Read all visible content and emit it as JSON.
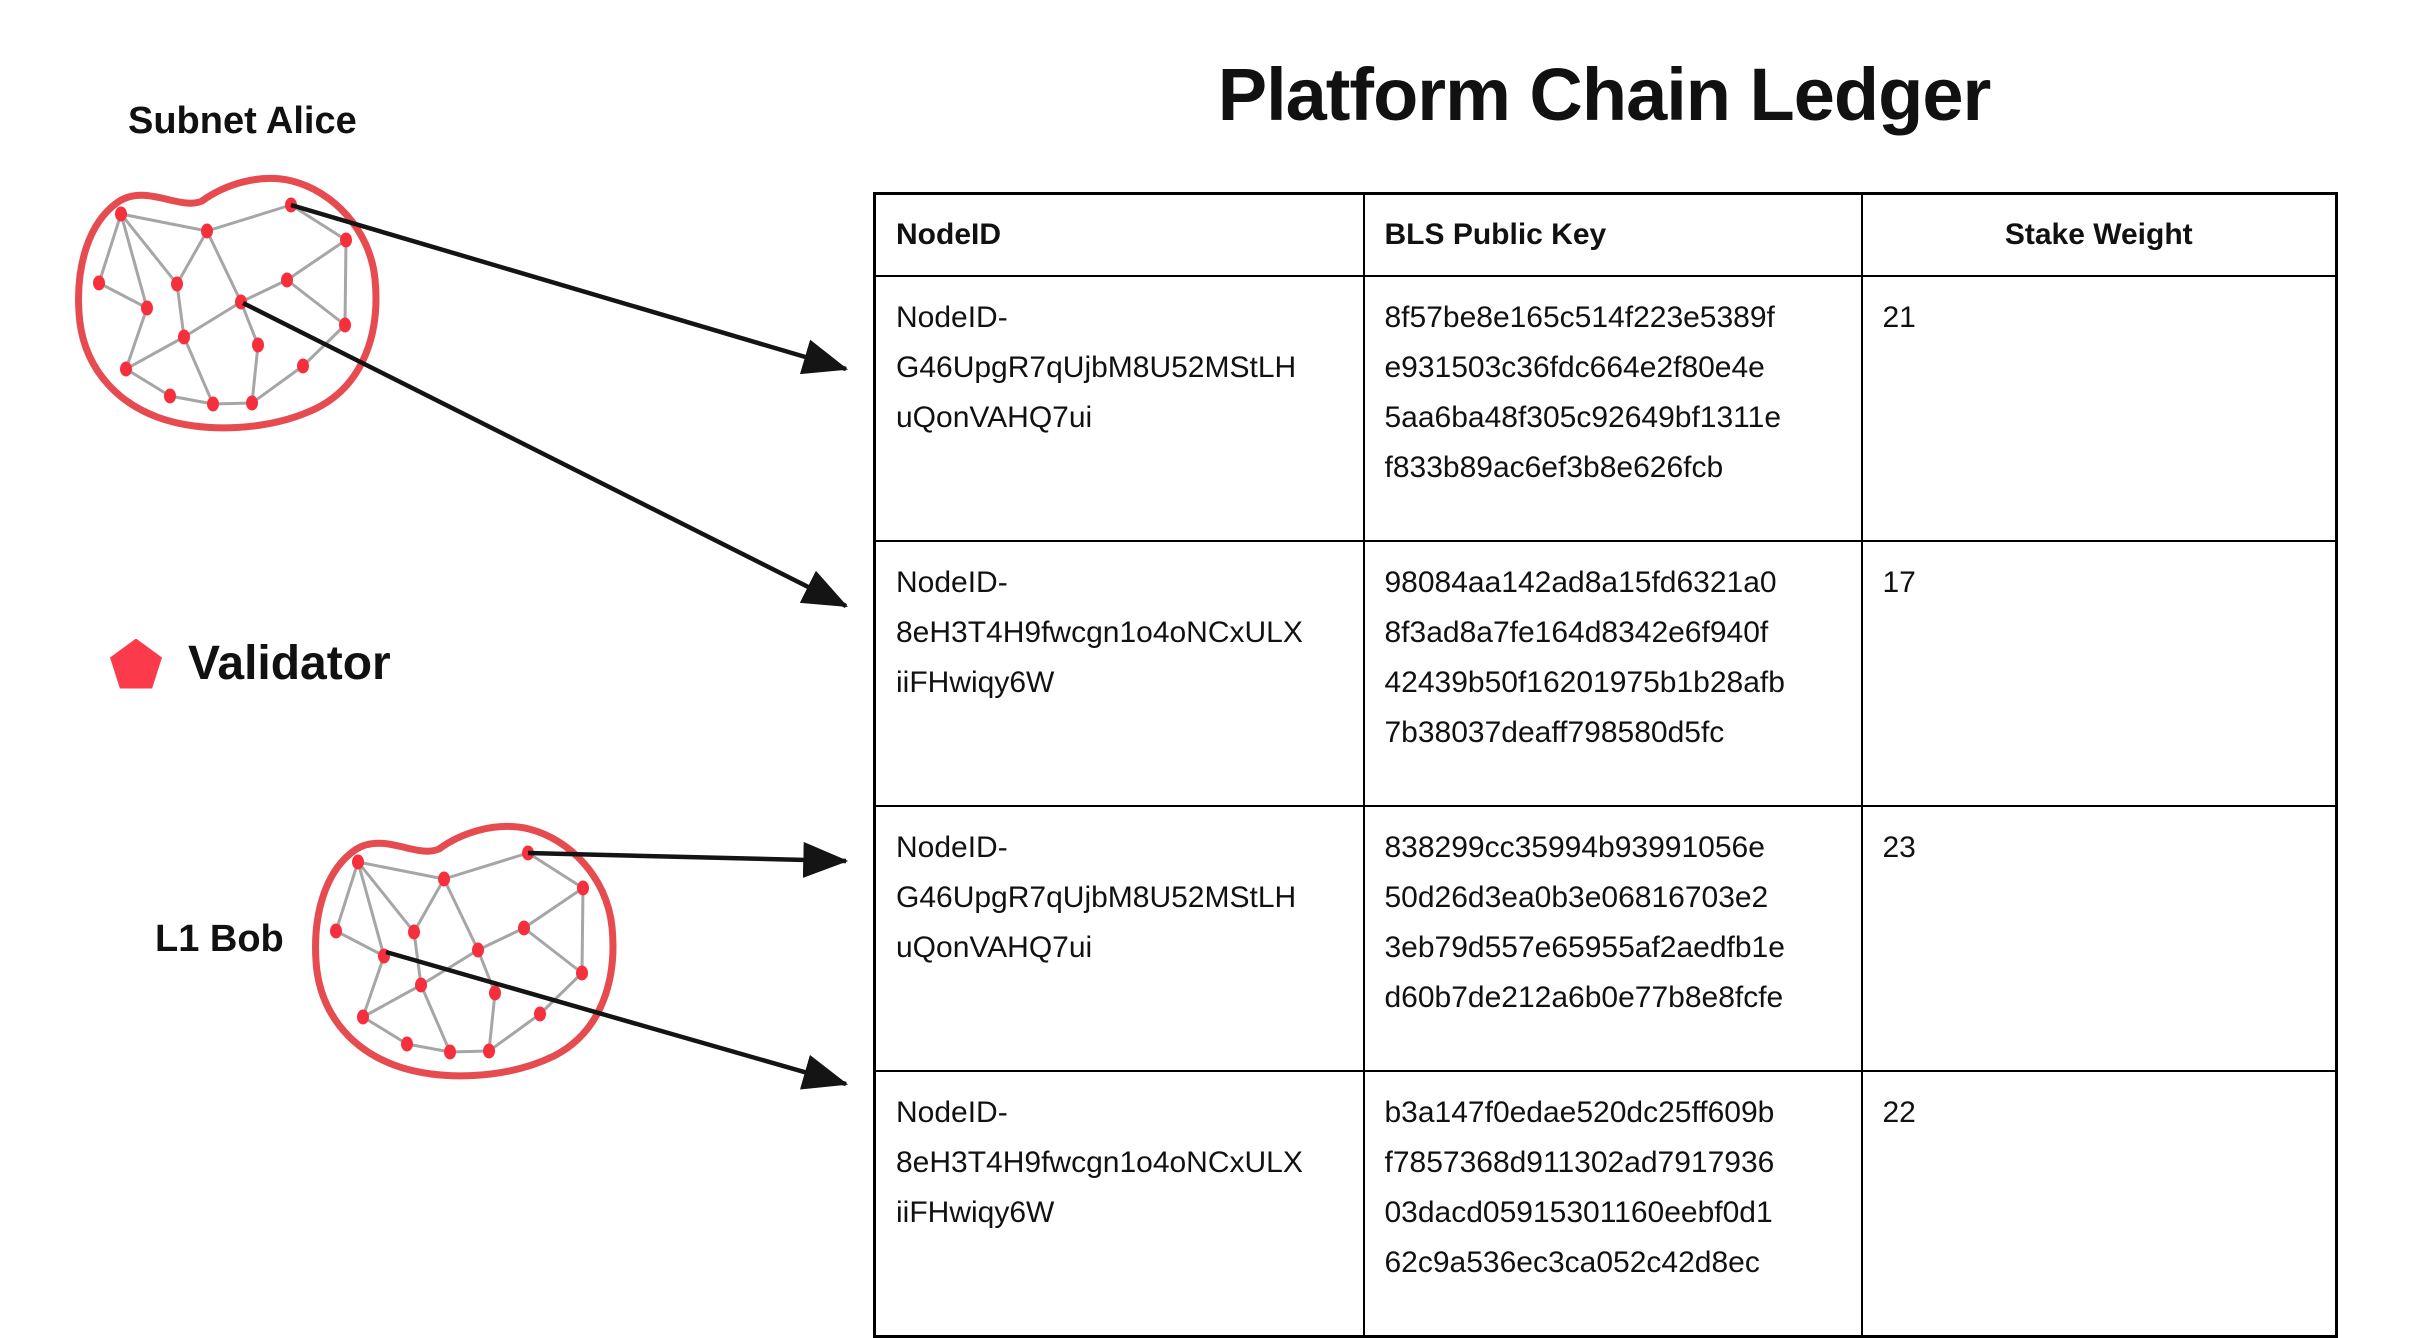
{
  "page": {
    "title": "Platform Chain Ledger",
    "background_color": "#ffffff"
  },
  "diagram": {
    "subnet_alice": {
      "label": "Subnet Alice"
    },
    "l1_bob": {
      "label": "L1 Bob"
    },
    "legend": {
      "label": "Validator",
      "icon": "pentagon-icon",
      "icon_color": "#fb3b4b"
    },
    "colors": {
      "validator_node": "#f5303c",
      "network_edge": "#a6a6a6",
      "subnet_outline": "#e64b50",
      "arrow": "#141414",
      "table_border": "#000000"
    },
    "arrows": [
      {
        "from": "subnet-alice-top-right-node",
        "to": "ledger-row-1"
      },
      {
        "from": "subnet-alice-center-node",
        "to": "ledger-row-2"
      },
      {
        "from": "l1-bob-top-right-node",
        "to": "ledger-row-3"
      },
      {
        "from": "l1-bob-mid-left-node",
        "to": "ledger-row-4"
      }
    ]
  },
  "table": {
    "headers": [
      "NodeID",
      "BLS Public Key",
      "Stake Weight"
    ],
    "rows": [
      {
        "node_id": "NodeID-\nG46UpgR7qUjbM8U52MStLH\nuQonVAHQ7ui",
        "node_id_full": "NodeID-G46UpgR7qUjbM8U52MStLHuQonVAHQ7ui",
        "bls_public_key": "8f57be8e165c514f223e5389f\ne931503c36fdc664e2f80e4e\n5aa6ba48f305c92649bf1311e\nf833b89ac6ef3b8e626fcb",
        "bls_public_key_full": "8f57be8e165c514f223e5389fe931503c36fdc664e2f80e4e5aa6ba48f305c92649bf1311ef833b89ac6ef3b8e626fcb",
        "stake_weight": "21"
      },
      {
        "node_id": "NodeID-\n8eH3T4H9fwcgn1o4oNCxULX\niiFHwiqy6W",
        "node_id_full": "NodeID-8eH3T4H9fwcgn1o4oNCxULXiiFHwiqy6W",
        "bls_public_key": "98084aa142ad8a15fd6321a0\n8f3ad8a7fe164d8342e6f940f\n42439b50f16201975b1b28afb\n7b38037deaff798580d5fc",
        "bls_public_key_full": "98084aa142ad8a15fd6321a08f3ad8a7fe164d8342e6f940f42439b50f16201975b1b28afb7b38037deaff798580d5fc",
        "stake_weight": "17"
      },
      {
        "node_id": "NodeID-\nG46UpgR7qUjbM8U52MStLH\nuQonVAHQ7ui",
        "node_id_full": "NodeID-G46UpgR7qUjbM8U52MStLHuQonVAHQ7ui",
        "bls_public_key": "838299cc35994b93991056e\n50d26d3ea0b3e06816703e2\n3eb79d557e65955af2aedfb1e\nd60b7de212a6b0e77b8e8fcfe",
        "bls_public_key_full": "838299cc35994b93991056e50d26d3ea0b3e06816703e23eb79d557e65955af2aedfb1ed60b7de212a6b0e77b8e8fcfe",
        "stake_weight": "23"
      },
      {
        "node_id": "NodeID-\n8eH3T4H9fwcgn1o4oNCxULX\niiFHwiqy6W",
        "node_id_full": "NodeID-8eH3T4H9fwcgn1o4oNCxULXiiFHwiqy6W",
        "bls_public_key": "b3a147f0edae520dc25ff609b\nf7857368d911302ad7917936\n03dacd05915301160eebf0d1\n62c9a536ec3ca052c42d8ec",
        "bls_public_key_full": "b3a147f0edae520dc25ff609bf7857368d911302ad791793603dacd05915301160eebf0d162c9a536ec3ca052c42d8ec",
        "stake_weight": "22"
      }
    ]
  }
}
